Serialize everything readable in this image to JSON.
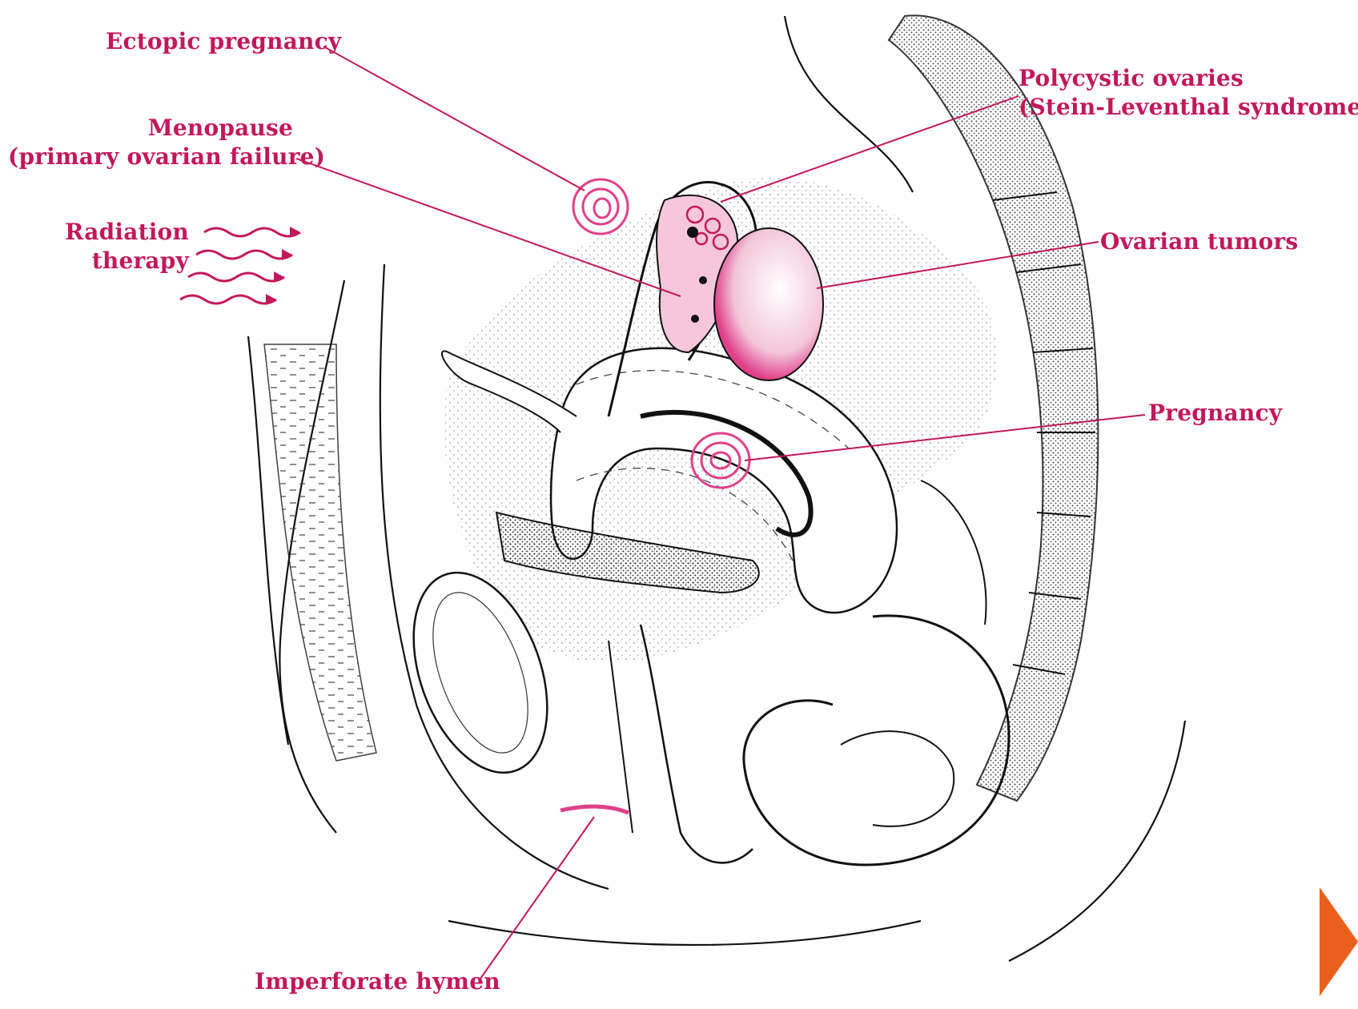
{
  "labels": {
    "ectopic_pregnancy": "Ectopic pregnancy",
    "menopause_line1": "Menopause",
    "menopause_line2": "(primary ovarian failure)",
    "radiation_line1": "Radiation",
    "radiation_line2": "therapy",
    "polycystic_line1": "Polycystic ovaries",
    "polycystic_line2": "(Stein-Leventhal syndrome)",
    "ovarian_tumors": "Ovarian tumors",
    "pregnancy": "Pregnancy",
    "imperforate_hymen": "Imperforate hymen"
  },
  "colors": {
    "label": "#c2185b",
    "highlight": "#e0408a",
    "ink": "#1a1a1a",
    "nav_arrow": "#e8601c"
  },
  "icons": {
    "radiation": "wavy-arrows-icon",
    "next_slide": "next-slide-arrow-icon"
  }
}
